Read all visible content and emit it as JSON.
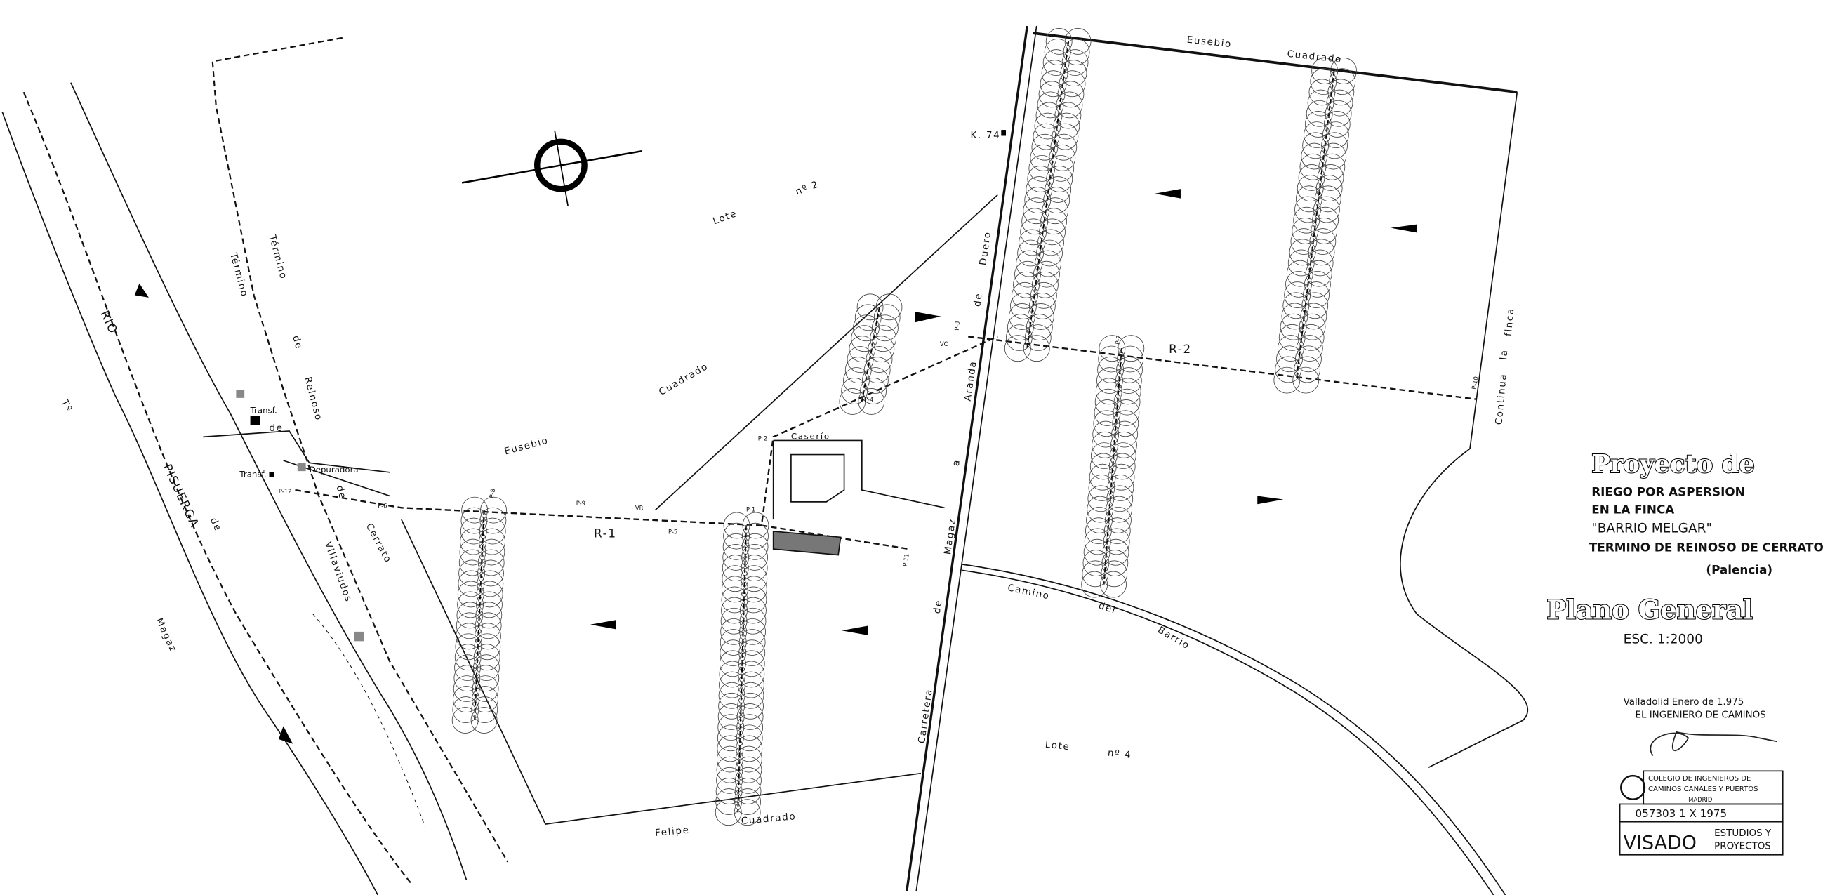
{
  "title_block": {
    "heading": "Proyecto de",
    "lines": [
      "RIEGO POR ASPERSION",
      "EN LA FINCA",
      "\"BARRIO MELGAR\"",
      "TERMINO DE REINOSO DE CERRATO",
      "(Palencia)"
    ],
    "plan_title": "Plano General",
    "scale": "ESC. 1:2000",
    "place_date": "Valladolid  Enero  de 1.975",
    "author": "EL INGENIERO DE CAMINOS",
    "stamp": {
      "line1": "COLEGIO DE INGENIEROS DE",
      "line2": "CAMINOS CANALES Y PUERTOS",
      "line3": "MADRID",
      "number": "057303  1  X  1975",
      "visado": "VISADO",
      "visado_sub1": "ESTUDIOS Y",
      "visado_sub2": "PROYECTOS"
    }
  },
  "map_labels": {
    "owner_top_1": "Eusebio",
    "owner_top_2": "Cuadrado",
    "km": "K. 74",
    "lote2_a": "Lote",
    "lote2_b": "nº 2",
    "termino_1": "Término",
    "termino_2": "Término",
    "termino_3": "de",
    "termino_4": "Reinoso",
    "termino_5": "de",
    "termino_6": "Cerrato",
    "villaviudos": "Villaviudos",
    "rio": "RIO",
    "pisuerga": "PISUERGA",
    "de_magaz_1": "de",
    "de_magaz_2": "Magaz",
    "t_abbrev": "Tº",
    "cuadrado_mid": "Cuadrado",
    "eusebio_mid": "Eusebio",
    "transf_1": "Transf.",
    "transf_2": "Transf.",
    "de_small": "de",
    "depuradora": "Depuradora",
    "caserio": "Caserío",
    "r1": "R-1",
    "r2": "R-2",
    "road_1": "Carretera",
    "road_2": "de",
    "road_3": "Magaz",
    "road_4": "a",
    "road_5": "Aranda",
    "road_6": "de",
    "road_7": "Duero",
    "camino_1": "Camino",
    "camino_2": "del",
    "camino_3": "Barrio",
    "lote4_a": "Lote",
    "lote4_b": "nº 4",
    "felipe_1": "Felipe",
    "felipe_2": "Cuadrado",
    "continua_1": "Continua",
    "continua_2": "la",
    "continua_3": "finca"
  },
  "pipe_labels": {
    "p1": "P-1",
    "p2": "P-2",
    "p3": "P-3",
    "p4": "P-4",
    "p5": "P-5",
    "p6": "P-6",
    "p7": "P-7",
    "p8": "P-8",
    "p9": "P-9",
    "p10": "P-10",
    "p11": "P-11",
    "p12": "P-12",
    "vr": "VR",
    "vc": "VC"
  },
  "icons": [
    "north-arrow-icon",
    "flow-arrow-icon",
    "building-icon",
    "transformer-icon"
  ]
}
